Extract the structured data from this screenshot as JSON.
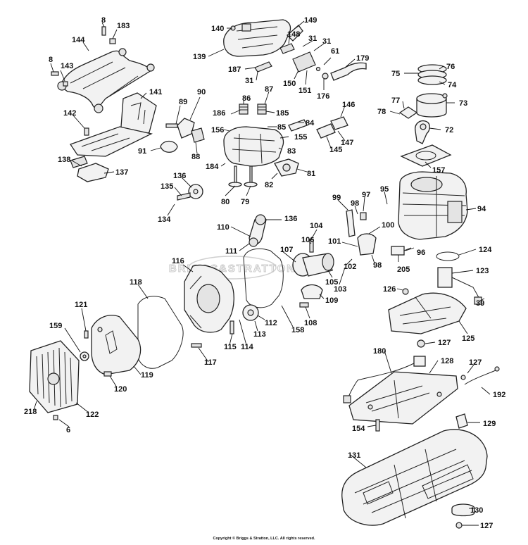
{
  "watermark": "BRIGGS&STRATTON",
  "copyright": "Copyright © Briggs & Stratton, LLC. All rights reserved.",
  "callouts": [
    {
      "id": "c8a",
      "text": "8"
    },
    {
      "id": "c183",
      "text": "183"
    },
    {
      "id": "c144",
      "text": "144"
    },
    {
      "id": "c8b",
      "text": "8"
    },
    {
      "id": "c143",
      "text": "143"
    },
    {
      "id": "c141",
      "text": "141"
    },
    {
      "id": "c142",
      "text": "142"
    },
    {
      "id": "c138",
      "text": "138"
    },
    {
      "id": "c137",
      "text": "137"
    },
    {
      "id": "c140",
      "text": "140"
    },
    {
      "id": "c149",
      "text": "149"
    },
    {
      "id": "c148",
      "text": "148"
    },
    {
      "id": "c31a",
      "text": "31"
    },
    {
      "id": "c31b",
      "text": "31"
    },
    {
      "id": "c139",
      "text": "139"
    },
    {
      "id": "c61",
      "text": "61"
    },
    {
      "id": "c179",
      "text": "179"
    },
    {
      "id": "c187",
      "text": "187"
    },
    {
      "id": "c31c",
      "text": "31"
    },
    {
      "id": "c150",
      "text": "150"
    },
    {
      "id": "c151",
      "text": "151"
    },
    {
      "id": "c176",
      "text": "176"
    },
    {
      "id": "c76",
      "text": "76"
    },
    {
      "id": "c75",
      "text": "75"
    },
    {
      "id": "c74",
      "text": "74"
    },
    {
      "id": "c77",
      "text": "77"
    },
    {
      "id": "c73",
      "text": "73"
    },
    {
      "id": "c78",
      "text": "78"
    },
    {
      "id": "c72",
      "text": "72"
    },
    {
      "id": "c90",
      "text": "90"
    },
    {
      "id": "c89",
      "text": "89"
    },
    {
      "id": "c86",
      "text": "86"
    },
    {
      "id": "c87",
      "text": "87"
    },
    {
      "id": "c186",
      "text": "186"
    },
    {
      "id": "c185",
      "text": "185"
    },
    {
      "id": "c146",
      "text": "146"
    },
    {
      "id": "c85",
      "text": "85"
    },
    {
      "id": "c84",
      "text": "84"
    },
    {
      "id": "c156",
      "text": "156"
    },
    {
      "id": "c155",
      "text": "155"
    },
    {
      "id": "c145",
      "text": "145"
    },
    {
      "id": "c147",
      "text": "147"
    },
    {
      "id": "c91",
      "text": "91"
    },
    {
      "id": "c88",
      "text": "88"
    },
    {
      "id": "c83",
      "text": "83"
    },
    {
      "id": "c157",
      "text": "157"
    },
    {
      "id": "c184",
      "text": "184"
    },
    {
      "id": "c81",
      "text": "81"
    },
    {
      "id": "c136a",
      "text": "136"
    },
    {
      "id": "c135",
      "text": "135"
    },
    {
      "id": "c82",
      "text": "82"
    },
    {
      "id": "c80",
      "text": "80"
    },
    {
      "id": "c79",
      "text": "79"
    },
    {
      "id": "c99",
      "text": "99"
    },
    {
      "id": "c97",
      "text": "97"
    },
    {
      "id": "c95",
      "text": "95"
    },
    {
      "id": "c98a",
      "text": "98"
    },
    {
      "id": "c94",
      "text": "94"
    },
    {
      "id": "c134",
      "text": "134"
    },
    {
      "id": "c136b",
      "text": "136"
    },
    {
      "id": "c110",
      "text": "110"
    },
    {
      "id": "c104",
      "text": "104"
    },
    {
      "id": "c100",
      "text": "100"
    },
    {
      "id": "c106",
      "text": "106"
    },
    {
      "id": "c101",
      "text": "101"
    },
    {
      "id": "c107",
      "text": "107"
    },
    {
      "id": "c111",
      "text": "111"
    },
    {
      "id": "c96",
      "text": "96"
    },
    {
      "id": "c124",
      "text": "124"
    },
    {
      "id": "c98b",
      "text": "98"
    },
    {
      "id": "c116",
      "text": "116"
    },
    {
      "id": "c102",
      "text": "102"
    },
    {
      "id": "c205",
      "text": "205"
    },
    {
      "id": "c123",
      "text": "123"
    },
    {
      "id": "c105",
      "text": "105"
    },
    {
      "id": "c103",
      "text": "103"
    },
    {
      "id": "c118",
      "text": "118"
    },
    {
      "id": "c126",
      "text": "126"
    },
    {
      "id": "c109",
      "text": "109"
    },
    {
      "id": "c39",
      "text": "39"
    },
    {
      "id": "c121",
      "text": "121"
    },
    {
      "id": "c112",
      "text": "112"
    },
    {
      "id": "c108",
      "text": "108"
    },
    {
      "id": "c159",
      "text": "159"
    },
    {
      "id": "c113",
      "text": "113"
    },
    {
      "id": "c158",
      "text": "158"
    },
    {
      "id": "c125",
      "text": "125"
    },
    {
      "id": "c115",
      "text": "115"
    },
    {
      "id": "c114",
      "text": "114"
    },
    {
      "id": "c127a",
      "text": "127"
    },
    {
      "id": "c180",
      "text": "180"
    },
    {
      "id": "c128",
      "text": "128"
    },
    {
      "id": "c117",
      "text": "117"
    },
    {
      "id": "c127b",
      "text": "127"
    },
    {
      "id": "c119",
      "text": "119"
    },
    {
      "id": "c120",
      "text": "120"
    },
    {
      "id": "c192",
      "text": "192"
    },
    {
      "id": "c218",
      "text": "218"
    },
    {
      "id": "c122",
      "text": "122"
    },
    {
      "id": "c129",
      "text": "129"
    },
    {
      "id": "c6",
      "text": "6"
    },
    {
      "id": "c154",
      "text": "154"
    },
    {
      "id": "c131",
      "text": "131"
    },
    {
      "id": "c130",
      "text": "130"
    },
    {
      "id": "c127c",
      "text": "127"
    }
  ]
}
